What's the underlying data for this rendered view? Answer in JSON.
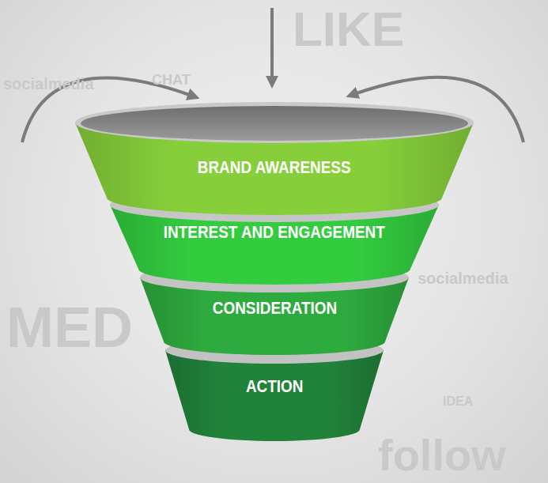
{
  "diagram": {
    "nodes": [
      {
        "text": [
          "BRAND AWARENESS"
        ]
      },
      {
        "text": [
          "INTEREST AND ENGAGEMENT"
        ]
      },
      {
        "text": [
          "CONSIDERATION"
        ]
      },
      {
        "text": [
          "ACTION"
        ]
      }
    ],
    "labels": [
      "LIKE",
      "CHAT",
      "socialmedia",
      "socialmedia",
      "MED",
      "follow",
      "IDEA"
    ]
  }
}
